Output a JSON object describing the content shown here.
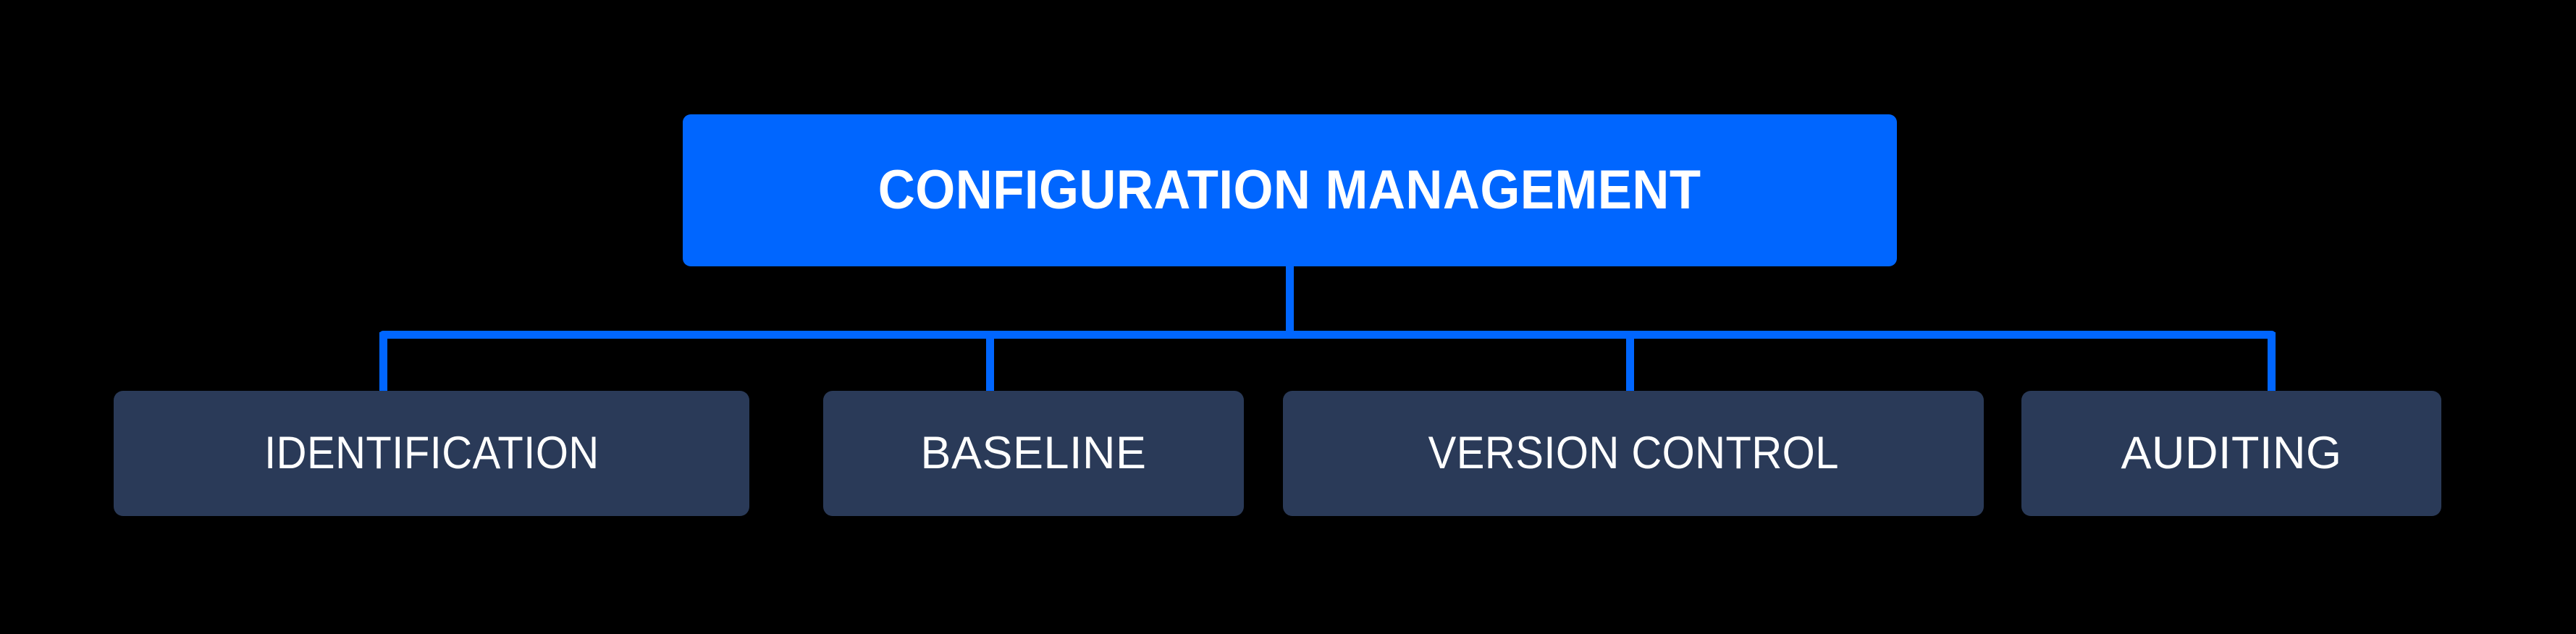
{
  "diagram": {
    "title": "Configuration Management",
    "type": "hierarchy-tree",
    "background_color": "#000000",
    "accent_color": "#0066ff",
    "node_color": "#2a3a58",
    "text_color": "#ffffff",
    "root": {
      "label": "CONFIGURATION MANAGEMENT"
    },
    "children": [
      {
        "label": "IDENTIFICATION"
      },
      {
        "label": "BASELINE"
      },
      {
        "label": "VERSION CONTROL"
      },
      {
        "label": "AUDITING"
      }
    ]
  }
}
